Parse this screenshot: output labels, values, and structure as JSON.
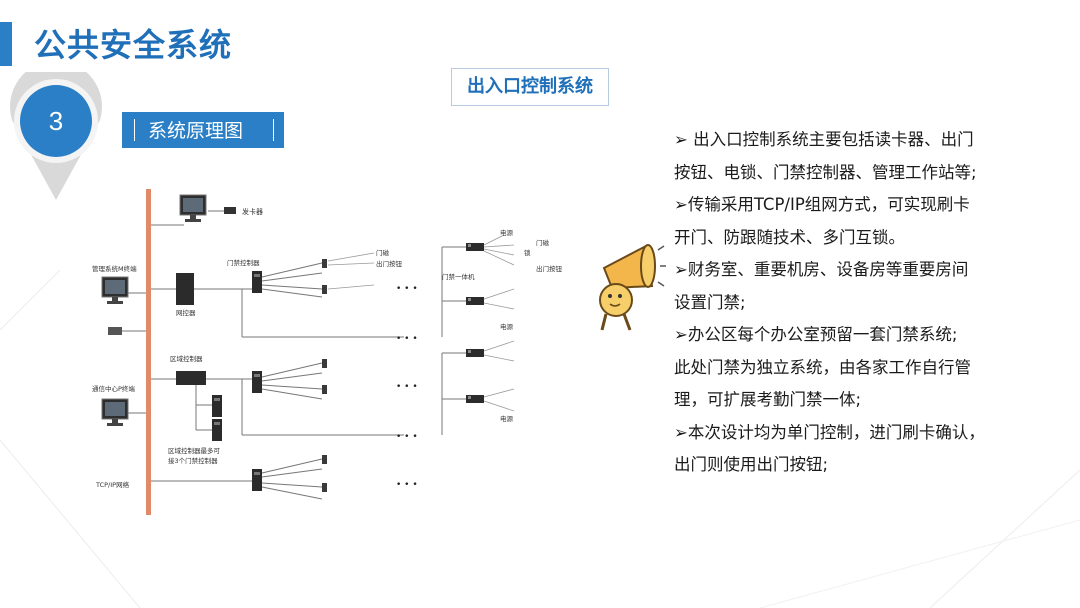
{
  "page": {
    "title": "公共安全系统"
  },
  "section": {
    "number": "3",
    "label": "系统原理图"
  },
  "subtitle": "出入口控制系统",
  "diagram": {
    "labels": {
      "card_issuer": "发卡器",
      "mgmt_terminal": "管理系统M终端",
      "gateway": "网控器",
      "door_controller": "门禁控制器",
      "door_magnet": "门磁",
      "exit_button": "出门按钮",
      "integrated_unit": "门禁一体机",
      "power": "电源",
      "lock": "锁",
      "area_controller": "区域控制器",
      "comm_terminal": "通信中心P终端",
      "area_note_1": "区域控制器最多可",
      "area_note_2": "接3个门禁控制器",
      "network": "TCP/IP网络",
      "ellipsis": "• • •"
    }
  },
  "bullets": [
    "➢ 出入口控制系统主要包括读卡器、出门",
    "按钮、电锁、门禁控制器、管理工作站等;",
    "➢传输采用TCP/IP组网方式，可实现刷卡",
    "开门、防跟随技术、多门互锁。",
    "➢财务室、重要机房、设备房等重要房间",
    "设置门禁;",
    "➢办公区每个办公室预留一套门禁系统;",
    "此处门禁为独立系统，由各家工作自行管",
    "理，可扩展考勤门禁一体;",
    "➢本次设计均为单门控制，进门刷卡确认，",
    "出门则使用出门按钮;"
  ],
  "colors": {
    "accent": "#2a7fc7",
    "title": "#1f6fb9",
    "bus": "#e08a6a",
    "badge_shadow": "#d9d9d9"
  }
}
